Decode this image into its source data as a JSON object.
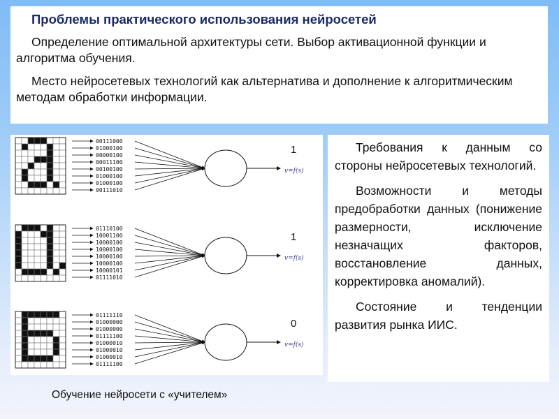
{
  "top": {
    "title": "Проблемы практического использования нейросетей",
    "paragraphs": [
      "Определение оптимальной архитектуры сети. Выбор активационной функции и алгоритма обучения.",
      "Место нейросетевых технологий как альтернатива и дополнение к алгоритмическим методам обработки информации."
    ]
  },
  "diagram": {
    "formula": "v=f(s)",
    "rows": [
      {
        "letter": "а",
        "output": "1",
        "codes": [
          "00111000",
          "01000100",
          "00000100",
          "00011100",
          "00100100",
          "01000100",
          "01000100",
          "00111010"
        ]
      },
      {
        "letter": "а",
        "output": "1",
        "codes": [
          "01110100",
          "10001100",
          "10000100",
          "10000100",
          "10000100",
          "10000100",
          "10000101",
          "01111010"
        ]
      },
      {
        "letter": "б",
        "output": "0",
        "codes": [
          "01111110",
          "01000000",
          "01000000",
          "01111100",
          "01000010",
          "01000010",
          "01000010",
          "01111100"
        ]
      }
    ]
  },
  "right": {
    "paragraphs": [
      "Требования к данным со стороны нейросетевых технологий.",
      "Возможности и методы предобработки данных (понижение размерности, исключение незначащих факторов, восстановление данных, корректировка аномалий).",
      "Состояние и тенденции развития рынка ИИС."
    ]
  },
  "caption": "Обучение нейросети с «учителем»"
}
